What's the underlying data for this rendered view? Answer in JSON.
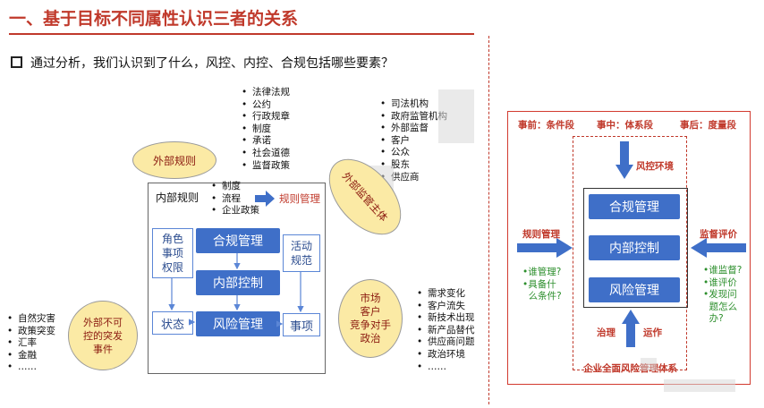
{
  "header": {
    "title": "一、基于目标不同属性认识三者的关系",
    "question": "通过分析，我们认识到了什么，风控、内控、合规包括哪些要素？"
  },
  "left_diagram": {
    "top_list": [
      "法律法规",
      "公约",
      "行政规章",
      "制度",
      "承诺",
      "社会道德",
      "监督政策"
    ],
    "right_top_list": [
      "司法机构",
      "政府监管机构",
      "外部监督",
      "客户",
      "公众",
      "股东",
      "供应商"
    ],
    "bubble_external_rules": "外部规则",
    "bubble_external_supervision": "外部监管主体",
    "internal_rules_label": "内部规则",
    "internal_rules_list": [
      "制度",
      "流程",
      "企业政策"
    ],
    "rule_management": "规则管理",
    "role_box": "角色\n事项\n权限",
    "compliance": "合规管理",
    "internal_control": "内部控制",
    "risk": "风险管理",
    "activity_box": "活动\n规范",
    "status_box": "状态",
    "matters_box": "事项",
    "bubble_market": "市场\n客户\n竞争对手\n政治",
    "bubble_unexpected": "外部不可\n控的突发\n事件",
    "left_list": [
      "自然灾害",
      "政策突变",
      "汇率",
      "金融",
      "……"
    ],
    "right_list": [
      "需求变化",
      "客户流失",
      "新技术出现",
      "新产品替代",
      "供应商问题",
      "政治环境",
      "……"
    ]
  },
  "right_diagram": {
    "before": "事前：条件段",
    "during": "事中：体系段",
    "after": "事后：度量段",
    "risk_env": "风控环境",
    "compliance": "合规管理",
    "internal_control": "内部控制",
    "risk": "风险管理",
    "rule_management": "规则管理",
    "supervision_eval": "监督评价",
    "left_questions": [
      "•谁管理?",
      "•具备什",
      "  么条件?"
    ],
    "right_questions": [
      "•谁监督?",
      "•谁评价",
      "•发现问",
      "  题怎么",
      "  办?"
    ],
    "governance": "治理",
    "operation": "运作",
    "bottom_label": "企业全面风险管理体系"
  },
  "colors": {
    "title_red": "#c0392b",
    "box_blue": "#3f6fc8",
    "bubble_yellow": "#fbeaa5",
    "question_green": "#2d8f2d"
  }
}
